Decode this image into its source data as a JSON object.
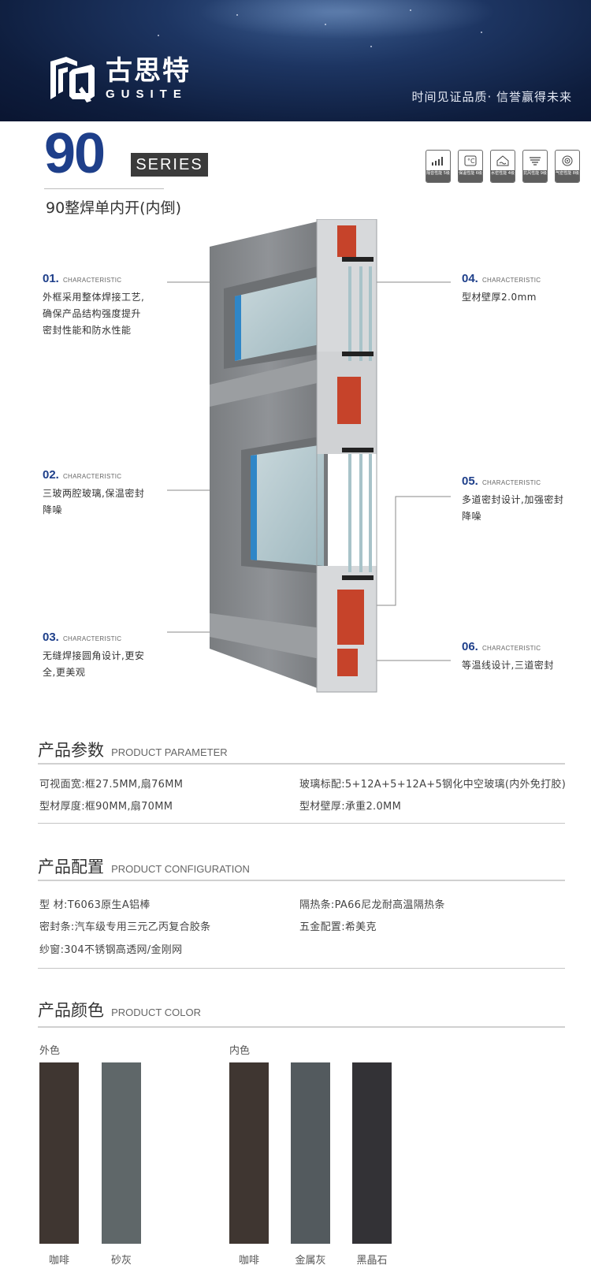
{
  "brand": {
    "name_cn": "古思特",
    "name_en": "GUSITE",
    "slogan": "时间见证品质·   信誉赢得未来"
  },
  "series": {
    "number": "90",
    "tag": "SERIES",
    "product_name": "90整焊单内开(内倒)"
  },
  "badges": [
    {
      "icon": "signal-bars-icon",
      "label": "隔音性能 5级"
    },
    {
      "icon": "thermometer-icon",
      "label": "保温性能 6级"
    },
    {
      "icon": "house-water-icon",
      "label": "水密性能 4级"
    },
    {
      "icon": "wind-pressure-icon",
      "label": "抗风性能 9级"
    },
    {
      "icon": "airtight-circle-icon",
      "label": "气密性能 8级"
    }
  ],
  "characteristics": [
    {
      "num": "01.",
      "cap": "CHARACTERISTIC",
      "desc": "外框采用整体焊接工艺,确保产品结构强度提升密封性能和防水性能"
    },
    {
      "num": "02.",
      "cap": "CHARACTERISTIC",
      "desc": "三玻两腔玻璃,保温密封降噪"
    },
    {
      "num": "03.",
      "cap": "CHARACTERISTIC",
      "desc": "无缝焊接圆角设计,更安全,更美观"
    },
    {
      "num": "04.",
      "cap": "CHARACTERISTIC",
      "desc": "型材壁厚2.0mm"
    },
    {
      "num": "05.",
      "cap": "CHARACTERISTIC",
      "desc": "多道密封设计,加强密封降噪"
    },
    {
      "num": "06.",
      "cap": "CHARACTERISTIC",
      "desc": "等温线设计,三道密封"
    }
  ],
  "parameter": {
    "title_cn": "产品参数",
    "title_en": "PRODUCT PARAMETER",
    "rows": [
      "可视面宽:框27.5MM,扇76MM",
      "玻璃标配:5+12A+5+12A+5钢化中空玻璃(内外免打胶)",
      "型材厚度:框90MM,扇70MM",
      "型材壁厚:承重2.0MM"
    ]
  },
  "configuration": {
    "title_cn": "产品配置",
    "title_en": "PRODUCT CONFIGURATION",
    "rows": [
      "型    材:T6063原生A铝棒",
      "隔热条:PA66尼龙耐高温隔热条",
      "密封条:汽车级专用三元乙丙复合胶条",
      "五金配置:希美克",
      "纱窗:304不锈钢高透网/金刚网"
    ]
  },
  "color": {
    "title_cn": "产品颜色",
    "title_en": "PRODUCT COLOR",
    "outer_label": "外色",
    "inner_label": "内色",
    "outer": [
      {
        "name": "咖啡",
        "hex": "#3f3631"
      },
      {
        "name": "砂灰",
        "hex": "#5f6769"
      }
    ],
    "inner": [
      {
        "name": "咖啡",
        "hex": "#3f3631"
      },
      {
        "name": "金属灰",
        "hex": "#535a5e"
      },
      {
        "name": "黑晶石",
        "hex": "#333236"
      }
    ]
  }
}
